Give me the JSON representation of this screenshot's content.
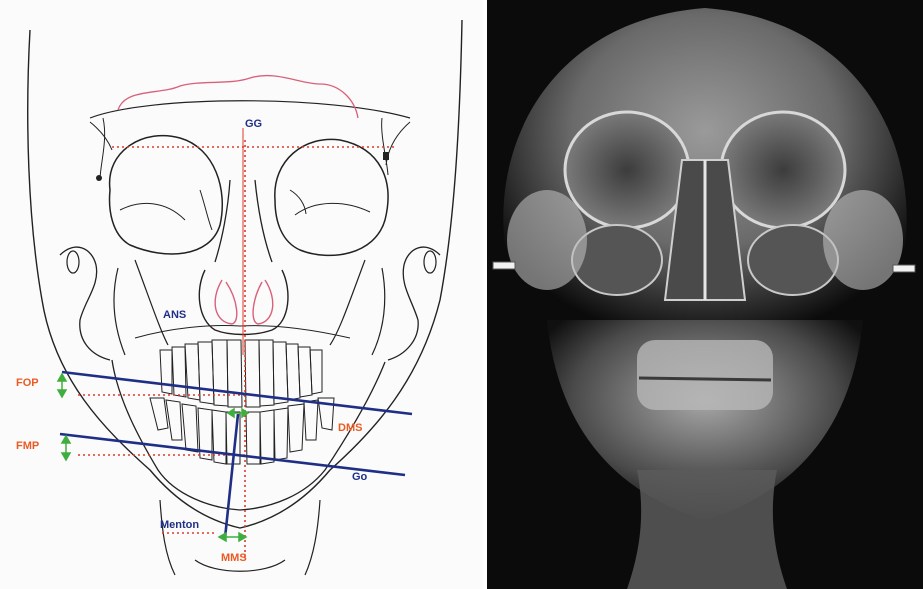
{
  "labels": {
    "gg": "GG",
    "ans": "ANS",
    "fop": "FOP",
    "fmp": "FMP",
    "dms": "DMS",
    "go": "Go",
    "menton": "Menton",
    "mms": "MMS"
  },
  "colors": {
    "navy": "#1f2f86",
    "orange": "#ec5a24",
    "red_dotted": "#e03a2a",
    "green": "#3fae3f",
    "pink": "#d9607a",
    "outline": "#222222"
  }
}
